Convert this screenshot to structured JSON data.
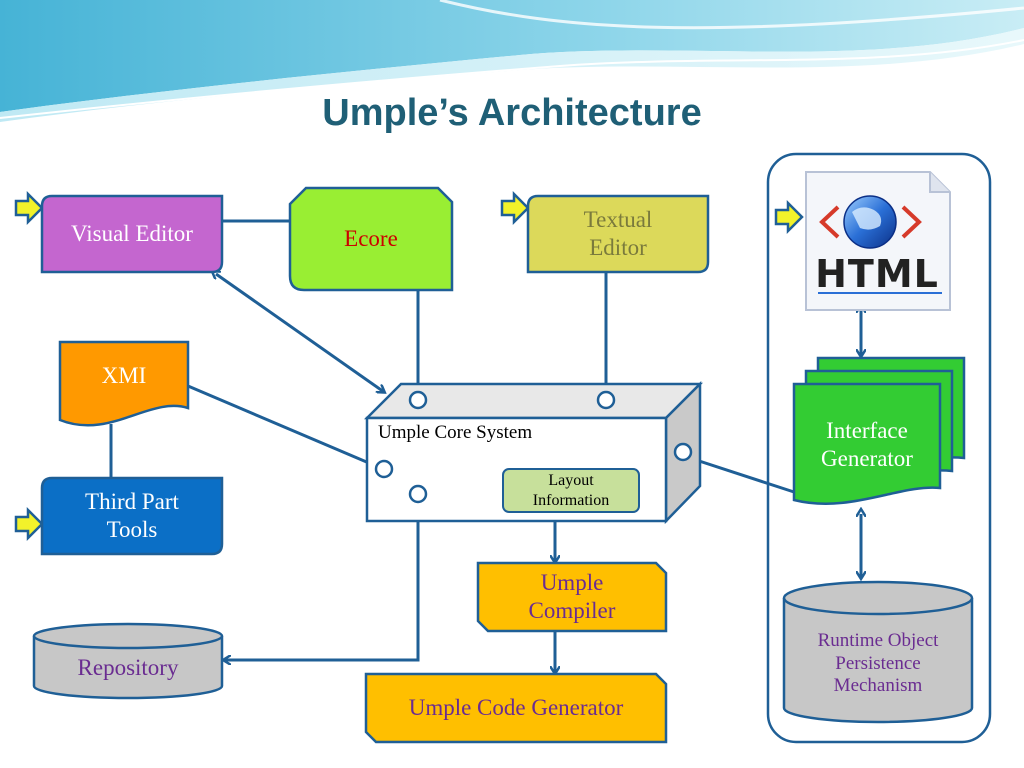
{
  "slide": {
    "title": "Umple’s Architecture"
  },
  "nodes": {
    "visual_editor": "Visual Editor",
    "ecore": "Ecore",
    "textual_editor_line1": "Textual",
    "textual_editor_line2": "Editor",
    "xmi": "XMI",
    "third_party_line1": "Third Part",
    "third_party_line2": "Tools",
    "core_system": "Umple Core System",
    "layout_line1": "Layout",
    "layout_line2": "Information",
    "compiler_line1": "Umple",
    "compiler_line2": "Compiler",
    "code_generator": "Umple Code Generator",
    "repository": "Repository",
    "html_logo_text": "HTML",
    "interface_line1": "Interface",
    "interface_line2": "Generator",
    "runtime_line1": "Runtime Object",
    "runtime_line2": "Persistence",
    "runtime_line3": "Mechanism"
  },
  "colors": {
    "title": "#1f5f76",
    "visual_editor": "#c466cf",
    "ecore": "#99ee33",
    "textual_editor": "#dcd95a",
    "xmi": "#ff9900",
    "third_party": "#0b6fc6",
    "compiler": "#ffbf00",
    "layout": "#c7e09b",
    "interface_generator": "#33cc33",
    "cylinder": "#c7c7c7",
    "connector": "#1f5f96",
    "input_arrow": "#f2f22a"
  }
}
